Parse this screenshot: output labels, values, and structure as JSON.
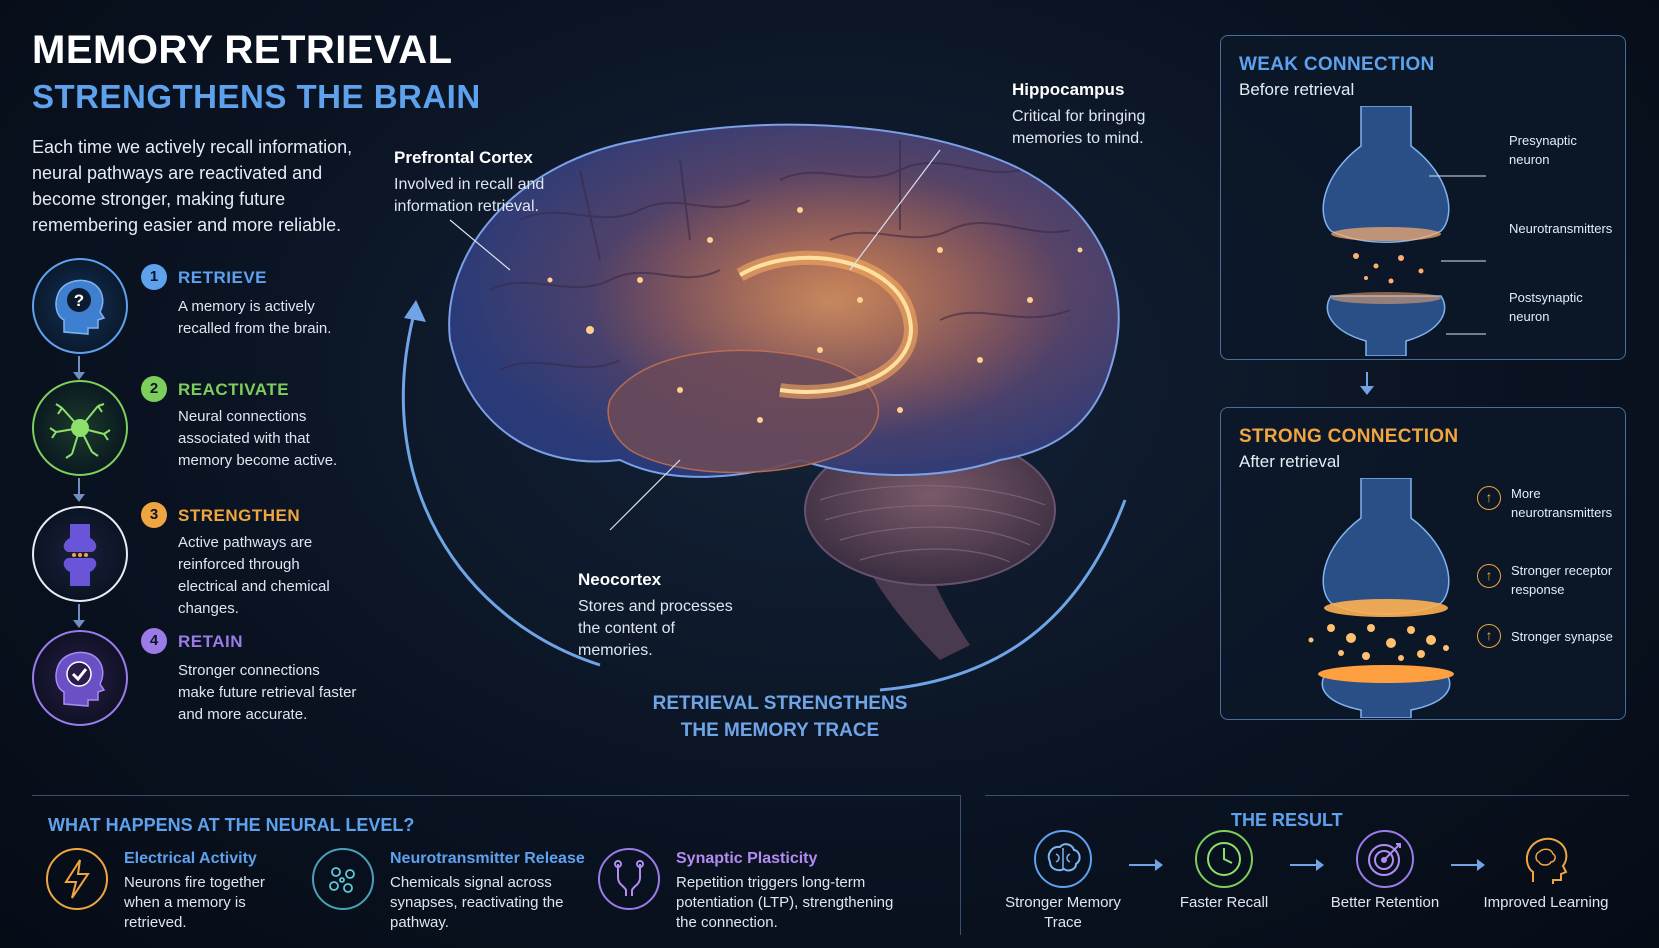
{
  "header": {
    "title_line1": "MEMORY RETRIEVAL",
    "title_line2": "STRENGTHENS THE BRAIN",
    "intro": "Each time we actively recall information, neural pathways are reactivated and become stronger, making future remembering easier and more reliable."
  },
  "steps": [
    {
      "number": "1",
      "title": "RETRIEVE",
      "desc": "A memory is actively recalled from the brain.",
      "icon": "head-question-icon",
      "color": "#5ea2ee"
    },
    {
      "number": "2",
      "title": "REACTIVATE",
      "desc": "Neural connections associated with that memory become active.",
      "icon": "neuron-icon",
      "color": "#7ccf5a"
    },
    {
      "number": "3",
      "title": "STRENGTHEN",
      "desc": "Active pathways are reinforced through electrical and chemical changes.",
      "icon": "synapse-icon",
      "color": "#f0a640"
    },
    {
      "number": "4",
      "title": "RETAIN",
      "desc": "Stronger connections make future retrieval faster and more accurate.",
      "icon": "head-check-icon",
      "color": "#9b7be8"
    }
  ],
  "brain": {
    "prefrontal": {
      "title": "Prefrontal Cortex",
      "text": "Involved in recall and information retrieval."
    },
    "hippocampus": {
      "title": "Hippocampus",
      "text": "Critical for bringing memories to mind."
    },
    "neocortex": {
      "title": "Neocortex",
      "text": "Stores and processes the content of memories."
    },
    "cycle_caption_line1": "RETRIEVAL STRENGTHENS",
    "cycle_caption_line2": "THE MEMORY TRACE"
  },
  "weak_panel": {
    "title": "WEAK CONNECTION",
    "subtitle": "Before retrieval",
    "labels": [
      "Presynaptic neuron",
      "Neurotransmitters",
      "Postsynaptic neuron"
    ],
    "title_color": "#5ea2ee"
  },
  "strong_panel": {
    "title": "STRONG CONNECTION",
    "subtitle": "After retrieval",
    "labels": [
      "More neurotransmitters",
      "Stronger receptor response",
      "Stronger synapse"
    ],
    "title_color": "#f0a640"
  },
  "neural_level": {
    "title": "WHAT HAPPENS AT THE NEURAL LEVEL?",
    "items": [
      {
        "title": "Electrical Activity",
        "desc": "Neurons fire together when a memory is retrieved.",
        "icon": "lightning-icon",
        "color": "#5ea2ee"
      },
      {
        "title": "Neurotransmitter Release",
        "desc": "Chemicals signal across synapses, reactivating the pathway.",
        "icon": "molecules-icon",
        "color": "#5ea2ee"
      },
      {
        "title": "Synaptic Plasticity",
        "desc": "Repetition triggers long-term potentiation (LTP), strengthening the connection.",
        "icon": "synapse-pair-icon",
        "color": "#b28cf0"
      }
    ]
  },
  "result": {
    "title": "THE RESULT",
    "items": [
      {
        "label": "Stronger Memory Trace",
        "icon": "brain-icon"
      },
      {
        "label": "Faster Recall",
        "icon": "clock-icon"
      },
      {
        "label": "Better Retention",
        "icon": "target-icon"
      },
      {
        "label": "Improved Learning",
        "icon": "head-brain-icon"
      }
    ]
  }
}
